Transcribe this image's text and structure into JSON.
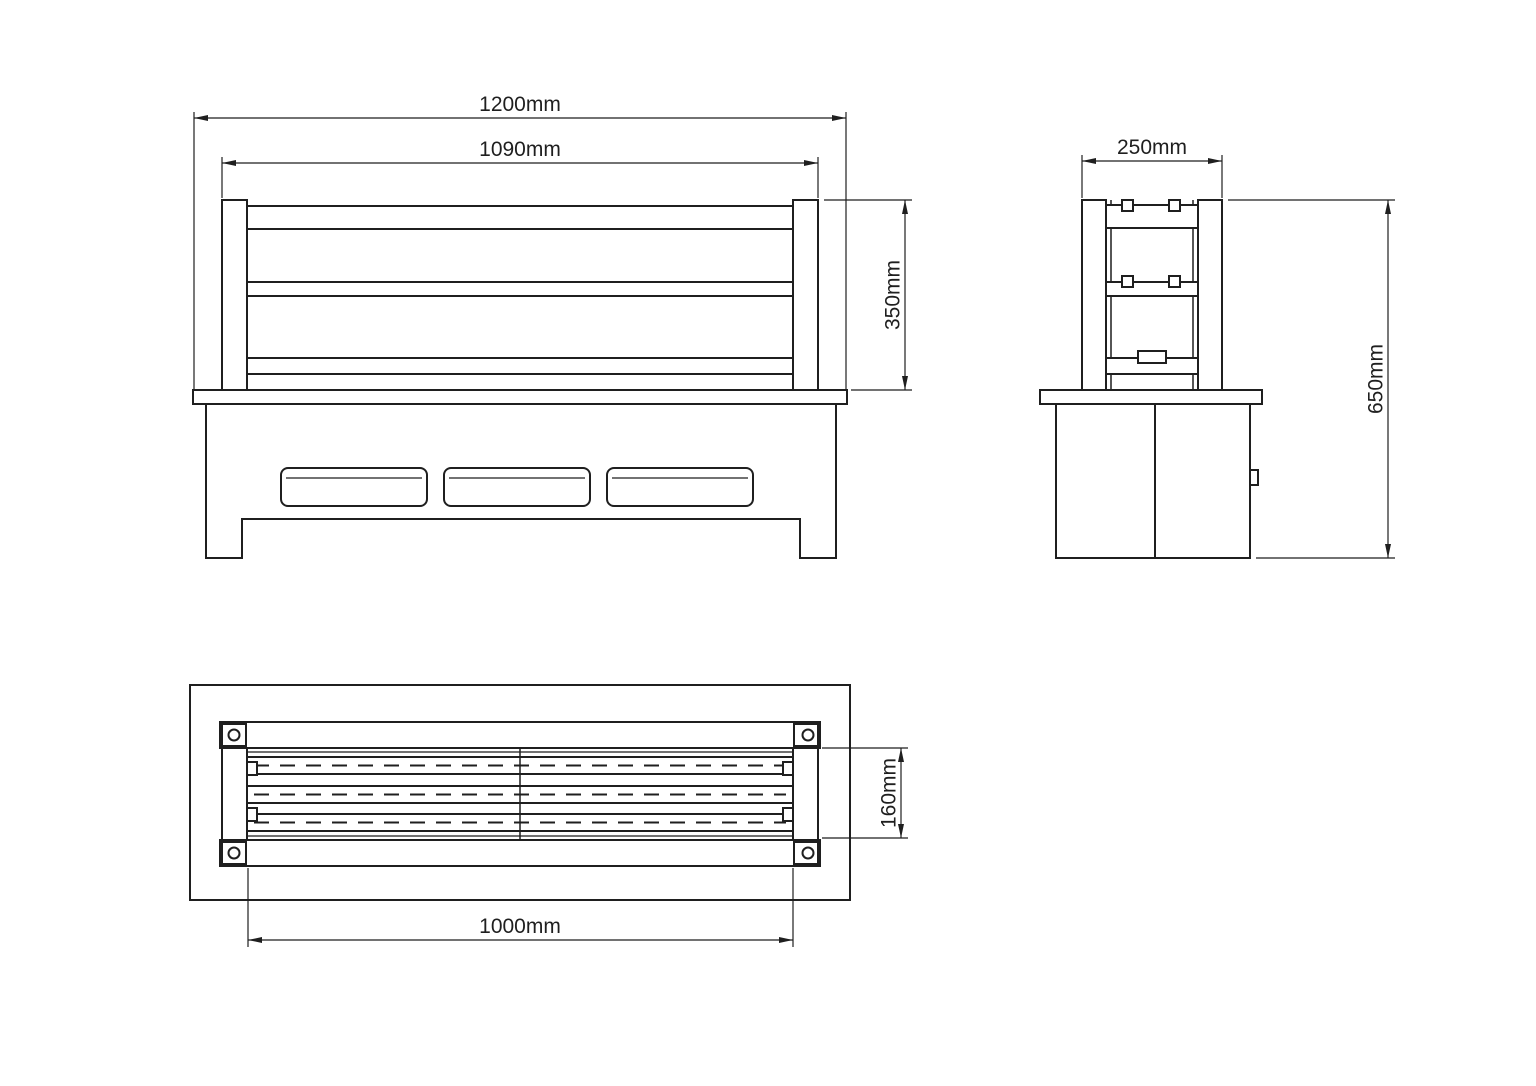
{
  "style": {
    "line_color": "#1f1f1f",
    "background": "#ffffff"
  },
  "views": {
    "front": {
      "dim_overall_width": "1200mm",
      "dim_frame_width": "1090mm",
      "dim_frame_height": "350mm"
    },
    "side": {
      "dim_depth": "250mm",
      "dim_overall_height": "650mm"
    },
    "top": {
      "dim_rail_depth": "160mm",
      "dim_inner_length": "1000mm"
    }
  }
}
